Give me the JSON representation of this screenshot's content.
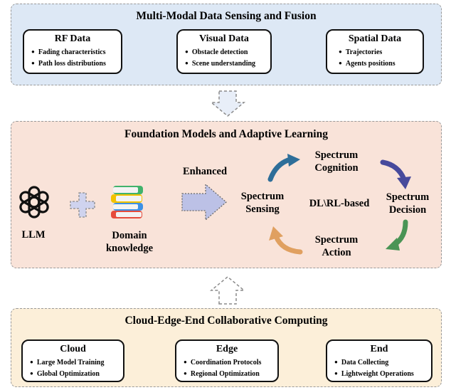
{
  "sensing": {
    "title": "Multi-Modal Data Sensing and Fusion",
    "cards": [
      {
        "title": "RF Data",
        "items": [
          "Fading characteristics",
          "Path loss distributions"
        ]
      },
      {
        "title": "Visual Data",
        "items": [
          "Obstacle detection",
          "Scene understanding"
        ]
      },
      {
        "title": "Spatial Data",
        "items": [
          "Trajectories",
          "Agents positions"
        ]
      }
    ]
  },
  "foundation": {
    "title": "Foundation Models and Adaptive Learning",
    "llm_label": "LLM",
    "domain_label_1": "Domain",
    "domain_label_2": "knowledge",
    "enhanced_label": "Enhanced",
    "center_label": "DL\\RL-based",
    "stages": {
      "sensing": [
        "Spectrum",
        "Sensing"
      ],
      "cognition": [
        "Spectrum",
        "Cognition"
      ],
      "decision": [
        "Spectrum",
        "Decision"
      ],
      "action": [
        "Spectrum",
        "Action"
      ]
    }
  },
  "computing": {
    "title": "Cloud-Edge-End Collaborative Computing",
    "cards": [
      {
        "title": "Cloud",
        "items": [
          "Large Model Training",
          "Global Optimization"
        ]
      },
      {
        "title": "Edge",
        "items": [
          "Coordination Protocols",
          "Regional Optimization"
        ]
      },
      {
        "title": "End",
        "items": [
          "Data Collecting",
          "Lightweight Operations"
        ]
      }
    ]
  },
  "colors": {
    "top_panel": "#dde8f5",
    "mid_panel": "#f9e3d9",
    "bottom_panel": "#fcefd9",
    "arrow_fill": "#bcc1e6",
    "cycle_blue": "#2e6e99",
    "cycle_purple": "#474a9c",
    "cycle_green": "#4a9455",
    "cycle_orange": "#e0a060",
    "book_red": "#e64c3c",
    "book_green": "#41b36c",
    "book_yellow": "#f2c200",
    "book_blue": "#3c91e6"
  },
  "icons": [
    "openai-logo-icon",
    "plus-icon",
    "books-icon",
    "dotted-arrow-icon"
  ]
}
